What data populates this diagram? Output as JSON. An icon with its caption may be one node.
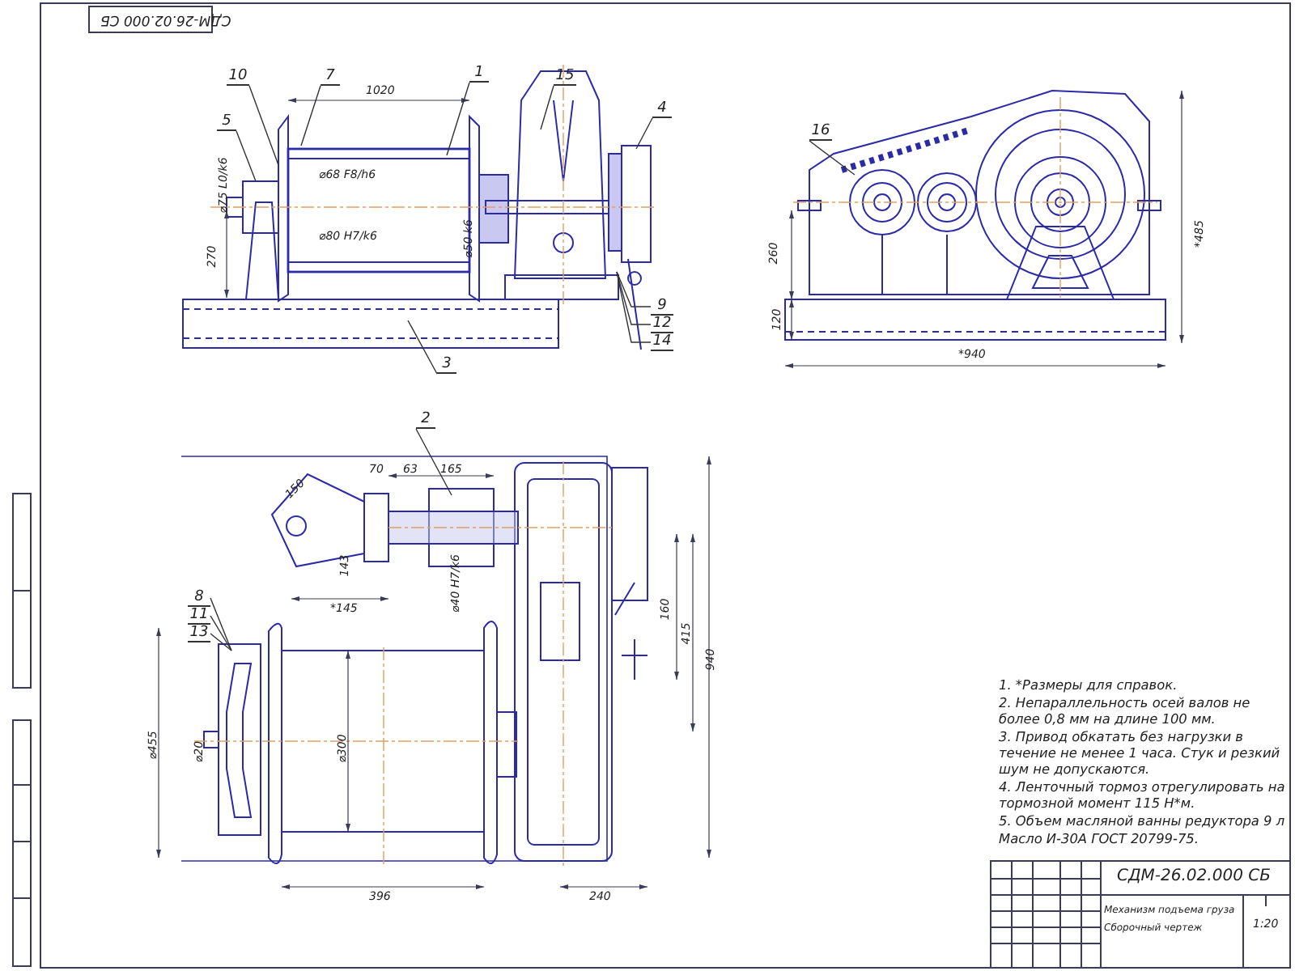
{
  "diagram": {
    "nodes": [
      {
        "text": [
          "10"
        ]
      },
      {
        "text": [
          "7"
        ]
      },
      {
        "text": [
          "1"
        ]
      },
      {
        "text": [
          "15"
        ]
      },
      {
        "text": [
          "4"
        ]
      },
      {
        "text": [
          "5"
        ]
      },
      {
        "text": [
          "3"
        ]
      },
      {
        "text": [
          "9"
        ]
      },
      {
        "text": [
          "12"
        ]
      },
      {
        "text": [
          "14"
        ]
      },
      {
        "text": [
          "16"
        ]
      },
      {
        "text": [
          "2"
        ]
      },
      {
        "text": [
          "8"
        ]
      },
      {
        "text": [
          "11"
        ]
      },
      {
        "text": [
          "13"
        ]
      }
    ],
    "edges": [
      {
        "from": 0,
        "to": null,
        "arrow": "none"
      },
      {
        "from": 1,
        "to": null,
        "arrow": "none"
      },
      {
        "from": 2,
        "to": null,
        "arrow": "none"
      },
      {
        "from": 3,
        "to": null,
        "arrow": "none"
      },
      {
        "from": 4,
        "to": null,
        "arrow": "none"
      },
      {
        "from": 5,
        "to": null,
        "arrow": "none"
      },
      {
        "from": 6,
        "to": null,
        "arrow": "none"
      },
      {
        "from": 7,
        "to": null,
        "arrow": "none"
      },
      {
        "from": 8,
        "to": null,
        "arrow": "none"
      },
      {
        "from": 9,
        "to": null,
        "arrow": "none"
      },
      {
        "from": 10,
        "to": null,
        "arrow": "none"
      },
      {
        "from": 11,
        "to": null,
        "arrow": "none"
      },
      {
        "from": 12,
        "to": null,
        "arrow": "none"
      },
      {
        "from": 13,
        "to": null,
        "arrow": "none"
      },
      {
        "from": 14,
        "to": null,
        "arrow": "none"
      }
    ],
    "labels": [
      "1020",
      "⌀75 L0/k6",
      "⌀68 F8/h6",
      "⌀80 H7/k6",
      "⌀50 k6",
      "270",
      "260",
      "120",
      "*485",
      "*940",
      "150",
      "70",
      "63",
      "165",
      "143",
      "*145",
      "⌀40 H7/k6",
      "160",
      "415",
      "940",
      "⌀455",
      "⌀20",
      "⌀300",
      "396",
      "240",
      "1. *Размеры для справок.",
      "2. Непараллельность осей валов не более 0,8 мм на длине 100 мм.",
      "3. Привод обкатать без нагрузки в течение не менее 1 часа. Стук и резкий шум не допускаются.",
      "4. Ленточный тормоз отрегулировать на тормозной момент 115 Н*м.",
      "5. Объем масляной ванны редуктора 9 л",
      "Масло И-30А ГОСТ 20799-75.",
      "СДМ-26.02.000 СБ",
      "Механизм подъема груза",
      "Сборочный чертеж",
      "1:20",
      "СДМ-26.02.000 СБ"
    ]
  }
}
